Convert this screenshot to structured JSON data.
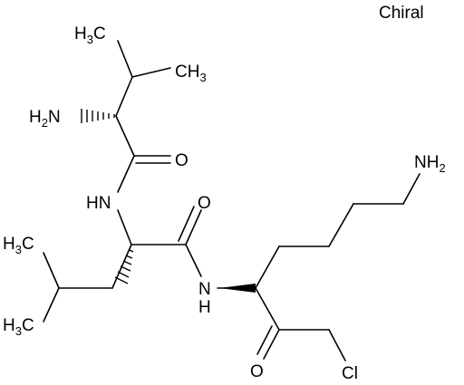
{
  "chiral_label": "Chiral",
  "atoms": {
    "methyl_top_left": {
      "main": "H",
      "sub": "3",
      "tail": "C"
    },
    "methyl_top_right": {
      "main": "CH",
      "sub": "3"
    },
    "amine_alpha": {
      "main": "H",
      "sub": "2",
      "tail": "N"
    },
    "carbonyl_o_1": {
      "main": "O"
    },
    "amide_nh_1": {
      "main": "HN"
    },
    "carbonyl_o_2": {
      "main": "O"
    },
    "amide_nh_2": {
      "main": "N",
      "tail": "H"
    },
    "amine_terminal": {
      "main": "NH",
      "sub": "2"
    },
    "methyl_mid_left": {
      "main": "H",
      "sub": "3",
      "tail": "C"
    },
    "methyl_bottom_left": {
      "main": "H",
      "sub": "3",
      "tail": "C"
    },
    "ketone_o": {
      "main": "O"
    },
    "chloro": {
      "main": "Cl"
    }
  }
}
